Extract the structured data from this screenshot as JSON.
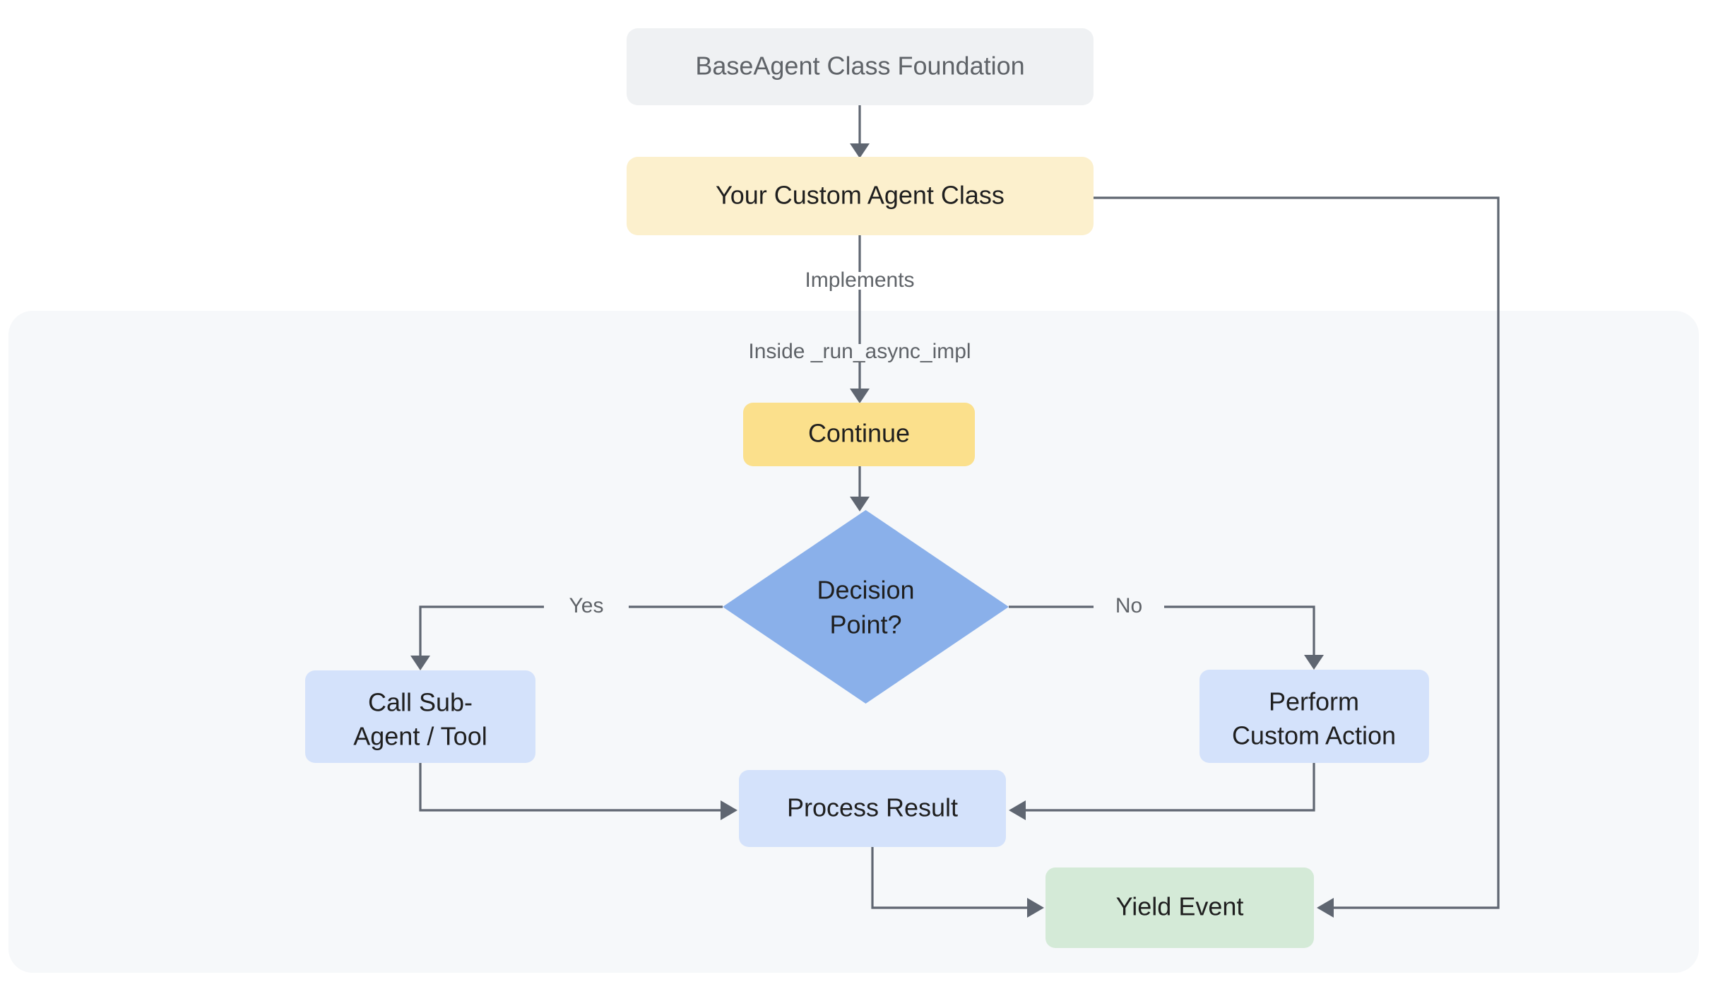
{
  "diagram": {
    "title": "BaseAgent custom agent flow",
    "background": "#ffffff",
    "subgraph": {
      "name": "inside-run-async-impl-panel",
      "fill": "#f6f8fa"
    },
    "colors": {
      "gray_node_fill": "#eff1f3",
      "gray_node_text": "#5f6368",
      "yellow_node_fill": "#fcf0cd",
      "yellow_accent_fill": "#fbe08c",
      "blue_node_fill": "#d4e2fb",
      "blue_decision_fill": "#8ab0ea",
      "green_node_fill": "#d4ead7",
      "node_text": "#1f1f1f",
      "edge_stroke": "#5f6671",
      "edge_label_text": "#5f6368"
    },
    "nodes": [
      {
        "id": "base_agent",
        "label": "BaseAgent Class Foundation",
        "shape": "rounded-rect",
        "fill": "#eff1f3",
        "text_color": "#5f6368"
      },
      {
        "id": "custom_agent",
        "label": "Your Custom Agent Class",
        "shape": "rounded-rect",
        "fill": "#fcf0cd",
        "text_color": "#1f1f1f"
      },
      {
        "id": "continue",
        "label": "Continue",
        "shape": "rounded-rect",
        "fill": "#fbe08c",
        "text_color": "#1f1f1f"
      },
      {
        "id": "decision",
        "label_lines": [
          "Decision",
          "Point?"
        ],
        "shape": "diamond",
        "fill": "#8ab0ea",
        "text_color": "#1f1f1f"
      },
      {
        "id": "call_sub",
        "label_lines": [
          "Call Sub-",
          "Agent / Tool"
        ],
        "shape": "rounded-rect",
        "fill": "#d4e2fb",
        "text_color": "#1f1f1f"
      },
      {
        "id": "perform",
        "label_lines": [
          "Perform",
          "Custom Action"
        ],
        "shape": "rounded-rect",
        "fill": "#d4e2fb",
        "text_color": "#1f1f1f"
      },
      {
        "id": "process",
        "label": "Process Result",
        "shape": "rounded-rect",
        "fill": "#d4e2fb",
        "text_color": "#1f1f1f"
      },
      {
        "id": "yield",
        "label": "Yield Event",
        "shape": "rounded-rect",
        "fill": "#d4ead7",
        "text_color": "#1f1f1f"
      }
    ],
    "edges": [
      {
        "from": "base_agent",
        "to": "custom_agent",
        "label": ""
      },
      {
        "from": "custom_agent",
        "to": "continue",
        "label": "Implements"
      },
      {
        "from": "custom_agent",
        "to": "continue",
        "label": "Inside _run_async_impl"
      },
      {
        "from": "continue",
        "to": "decision",
        "label": ""
      },
      {
        "from": "decision",
        "to": "call_sub",
        "label": "Yes"
      },
      {
        "from": "decision",
        "to": "perform",
        "label": "No"
      },
      {
        "from": "call_sub",
        "to": "process",
        "label": ""
      },
      {
        "from": "perform",
        "to": "process",
        "label": ""
      },
      {
        "from": "process",
        "to": "yield",
        "label": ""
      },
      {
        "from": "custom_agent",
        "to": "yield",
        "label": ""
      }
    ],
    "edge_labels": {
      "implements": "Implements",
      "inside_impl": "Inside _run_async_impl",
      "yes": "Yes",
      "no": "No"
    }
  }
}
